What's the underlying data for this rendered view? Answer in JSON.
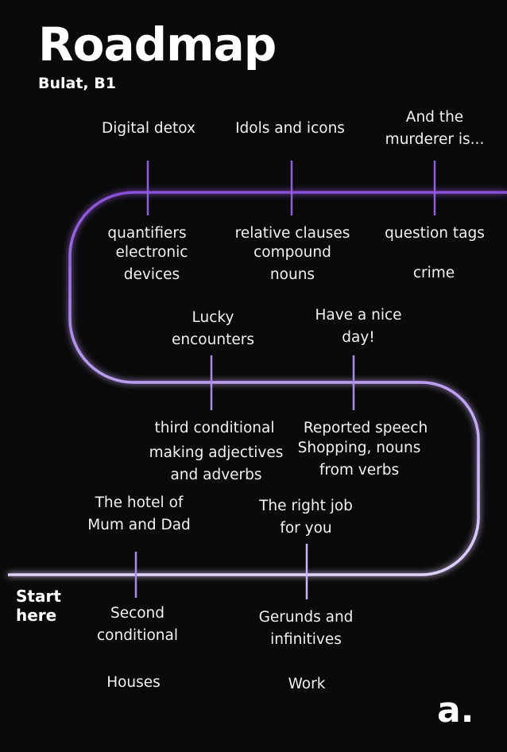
{
  "header": {
    "title": "Roadmap",
    "subtitle": "Bulat, B1"
  },
  "start_label": [
    "Start",
    "here"
  ],
  "logo": "a.",
  "colors": {
    "background": "#0a0a0a",
    "road_light": "#d7c6ff",
    "road_dark": "#8a4fd6",
    "text": "#ffffff"
  },
  "units": [
    {
      "title": [
        "The hotel of",
        "Mum and Dad"
      ],
      "grammar": [
        "Second",
        "conditional"
      ],
      "vocabulary": [
        "Houses"
      ]
    },
    {
      "title": [
        "The right job",
        "for you"
      ],
      "grammar": [
        "Gerunds and",
        "infinitives"
      ],
      "vocabulary": [
        "Work"
      ]
    },
    {
      "title": [
        "Lucky",
        "encounters"
      ],
      "grammar": [
        "third conditional"
      ],
      "vocabulary": [
        "making adjectives",
        "and adverbs"
      ]
    },
    {
      "title": [
        "Have a nice",
        "day!"
      ],
      "grammar": [
        "Reported speech"
      ],
      "vocabulary": [
        "Shopping, nouns",
        "from verbs"
      ]
    },
    {
      "title": [
        "Digital detox"
      ],
      "grammar": [
        "quantifiers"
      ],
      "vocabulary": [
        "electronic",
        "devices"
      ]
    },
    {
      "title": [
        "Idols and icons"
      ],
      "grammar": [
        "relative clauses"
      ],
      "vocabulary": [
        "compound",
        "nouns"
      ]
    },
    {
      "title": [
        "And the",
        "murderer is..."
      ],
      "grammar": [
        "question tags"
      ],
      "vocabulary": [
        "crime"
      ]
    }
  ]
}
